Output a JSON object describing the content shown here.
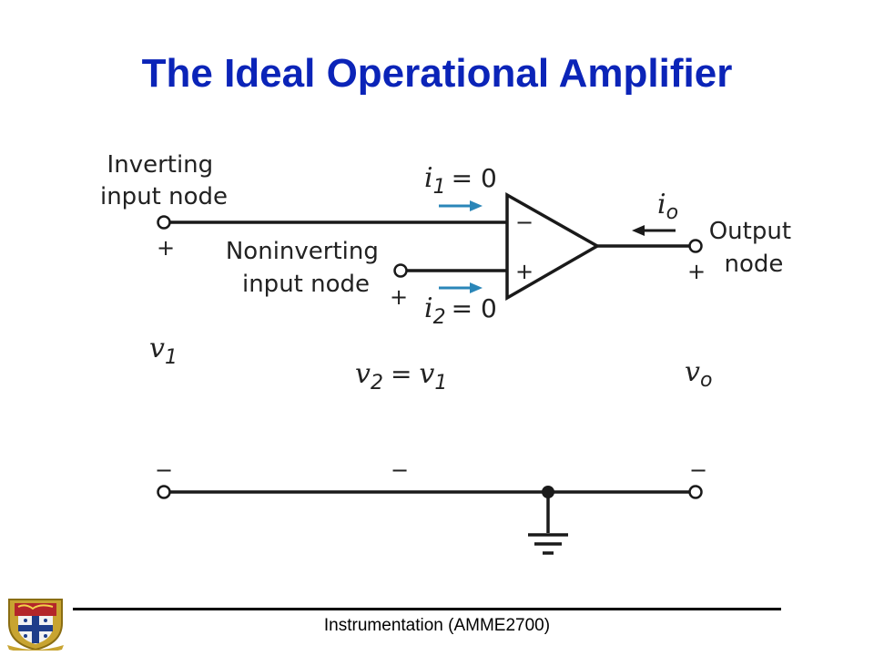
{
  "slide": {
    "title": "The Ideal Operational Amplifier",
    "footer": "Instrumentation (AMME2700)"
  },
  "diagram": {
    "inverting_label": [
      "Inverting",
      "input node"
    ],
    "noninverting_label": [
      "Noninverting",
      "input node"
    ],
    "output_label": [
      "Output",
      "node"
    ],
    "i1": {
      "symbol": "i",
      "sub": "1",
      "eq": "= 0"
    },
    "i2": {
      "symbol": "i",
      "sub": "2",
      "eq": "= 0"
    },
    "io": {
      "symbol": "i",
      "sub": "o"
    },
    "v1": {
      "symbol": "v",
      "sub": "1"
    },
    "v2": {
      "symbol": "v",
      "sub": "2",
      "eq": "=",
      "rhs_symbol": "v",
      "rhs_sub": "1"
    },
    "vo": {
      "symbol": "v",
      "sub": "o"
    },
    "opamp_minus": "−",
    "opamp_plus": "+",
    "plus_sign": "+",
    "minus_sign": "−",
    "colors": {
      "title": "#0b24b8",
      "annotation": "#2a86b8",
      "wire": "#1a1a1a"
    }
  }
}
